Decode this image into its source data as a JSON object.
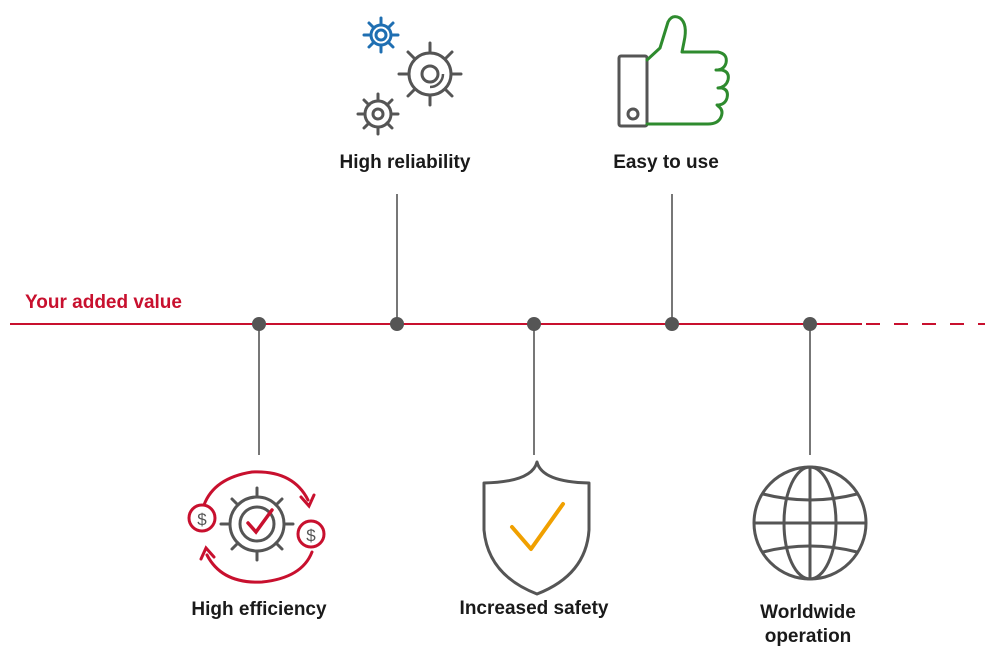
{
  "axis": {
    "title": "Your added value"
  },
  "items": [
    {
      "label": "High efficiency",
      "icon": "efficiency-gear-dollar-icon"
    },
    {
      "label": "High reliability",
      "icon": "gears-icon"
    },
    {
      "label": "Increased safety",
      "icon": "shield-check-icon"
    },
    {
      "label": "Easy to use",
      "icon": "thumbs-up-icon"
    },
    {
      "label": "Worldwide",
      "label2": "operation",
      "icon": "globe-icon"
    }
  ],
  "colors": {
    "accent": "#c8102e",
    "line": "#555555",
    "blue": "#1f6fb2",
    "green": "#2e8b2e",
    "orange": "#f0a000",
    "gray": "#555555"
  }
}
